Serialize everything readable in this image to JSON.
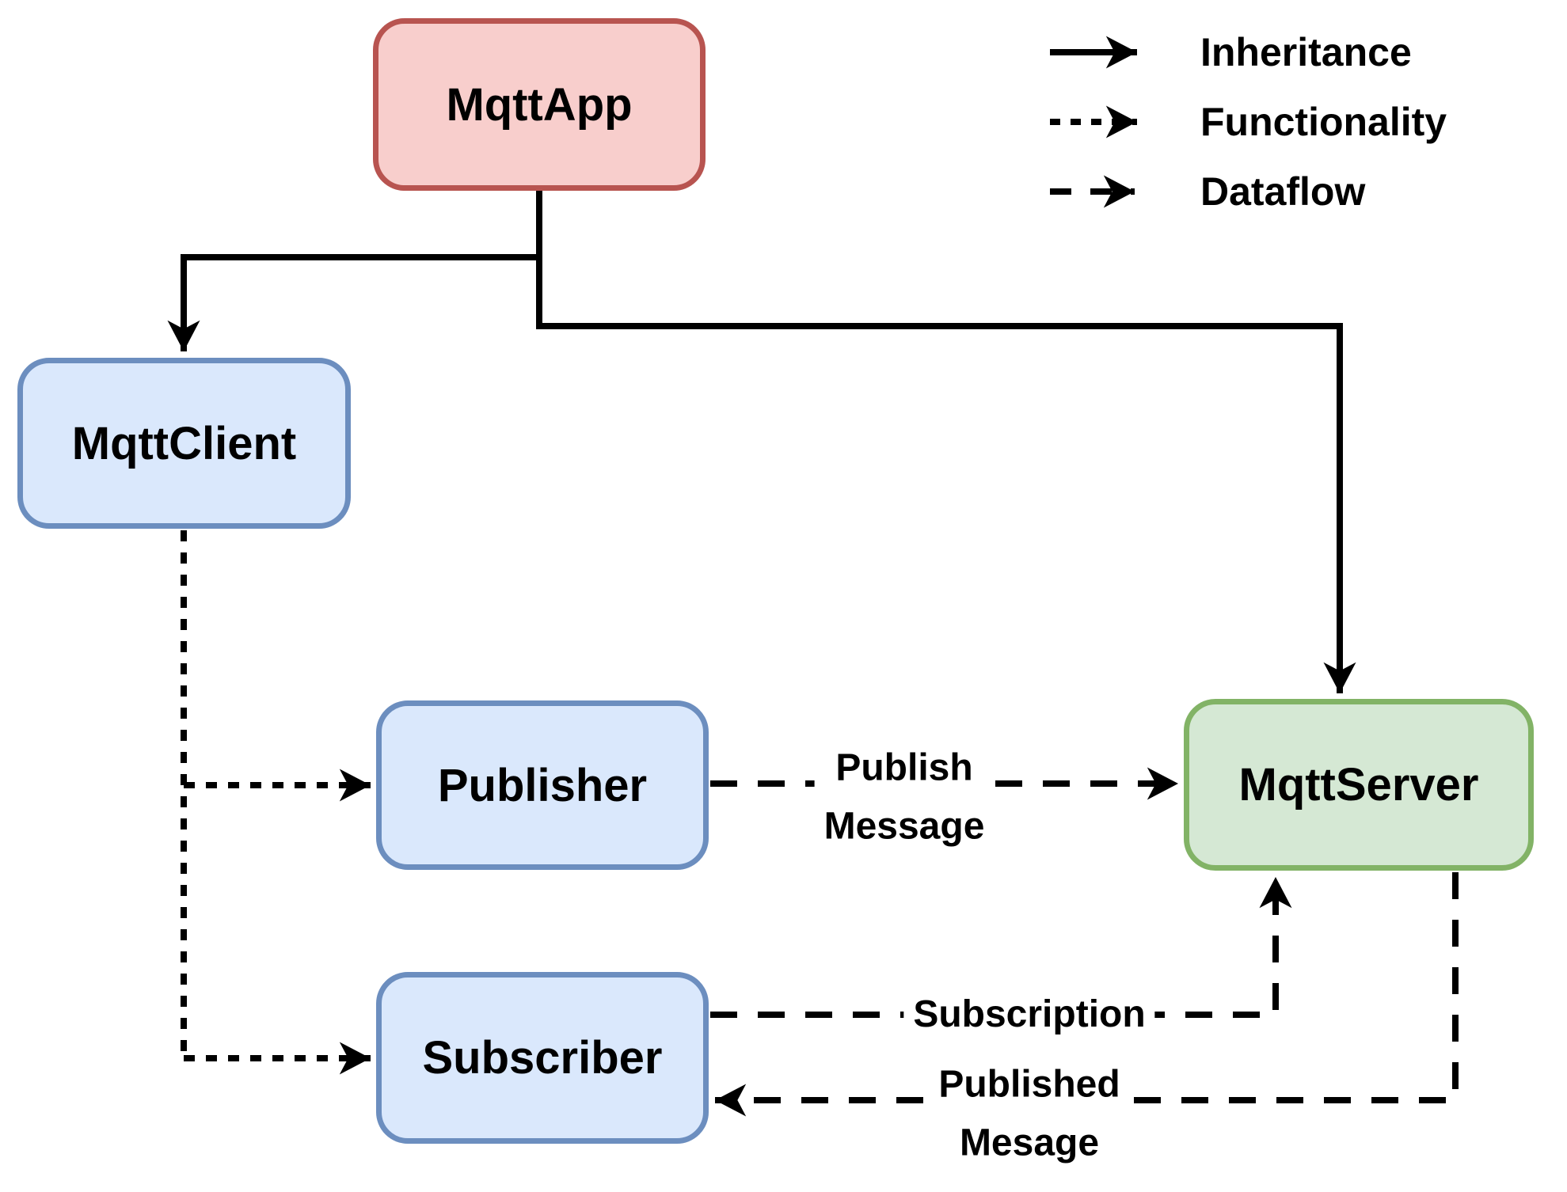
{
  "nodes": {
    "mqtt_app": {
      "label": "MqttApp",
      "fill": "#f8cecc",
      "border": "#b85450"
    },
    "mqtt_client": {
      "label": "MqttClient",
      "fill": "#dae8fc",
      "border": "#6c8ebf"
    },
    "publisher": {
      "label": "Publisher",
      "fill": "#dae8fc",
      "border": "#6c8ebf"
    },
    "subscriber": {
      "label": "Subscriber",
      "fill": "#dae8fc",
      "border": "#6c8ebf"
    },
    "mqtt_server": {
      "label": "MqttServer",
      "fill": "#d5e8d4",
      "border": "#82b366"
    }
  },
  "edge_labels": {
    "publish_message": "Publish\nMessage",
    "subscription": "Subscription",
    "published_mesage": "Published\nMesage"
  },
  "edges": [
    {
      "type": "inheritance",
      "from": "MqttApp",
      "to": "MqttClient"
    },
    {
      "type": "inheritance",
      "from": "MqttApp",
      "to": "MqttServer"
    },
    {
      "type": "functionality",
      "from": "MqttClient",
      "to": "Publisher"
    },
    {
      "type": "functionality",
      "from": "MqttClient",
      "to": "Subscriber"
    },
    {
      "type": "dataflow",
      "from": "Publisher",
      "to": "MqttServer",
      "label": "Publish Message"
    },
    {
      "type": "dataflow",
      "from": "Subscriber",
      "to": "MqttServer",
      "label": "Subscription"
    },
    {
      "type": "dataflow",
      "from": "MqttServer",
      "to": "Subscriber",
      "label": "Published Mesage"
    }
  ],
  "legend": {
    "items": [
      {
        "style": "solid",
        "label": "Inheritance"
      },
      {
        "style": "dotted",
        "label": "Functionality"
      },
      {
        "style": "dashed",
        "label": "Dataflow"
      }
    ]
  },
  "colors": {
    "line": "#000000",
    "text": "#000000",
    "background": "#ffffff"
  }
}
